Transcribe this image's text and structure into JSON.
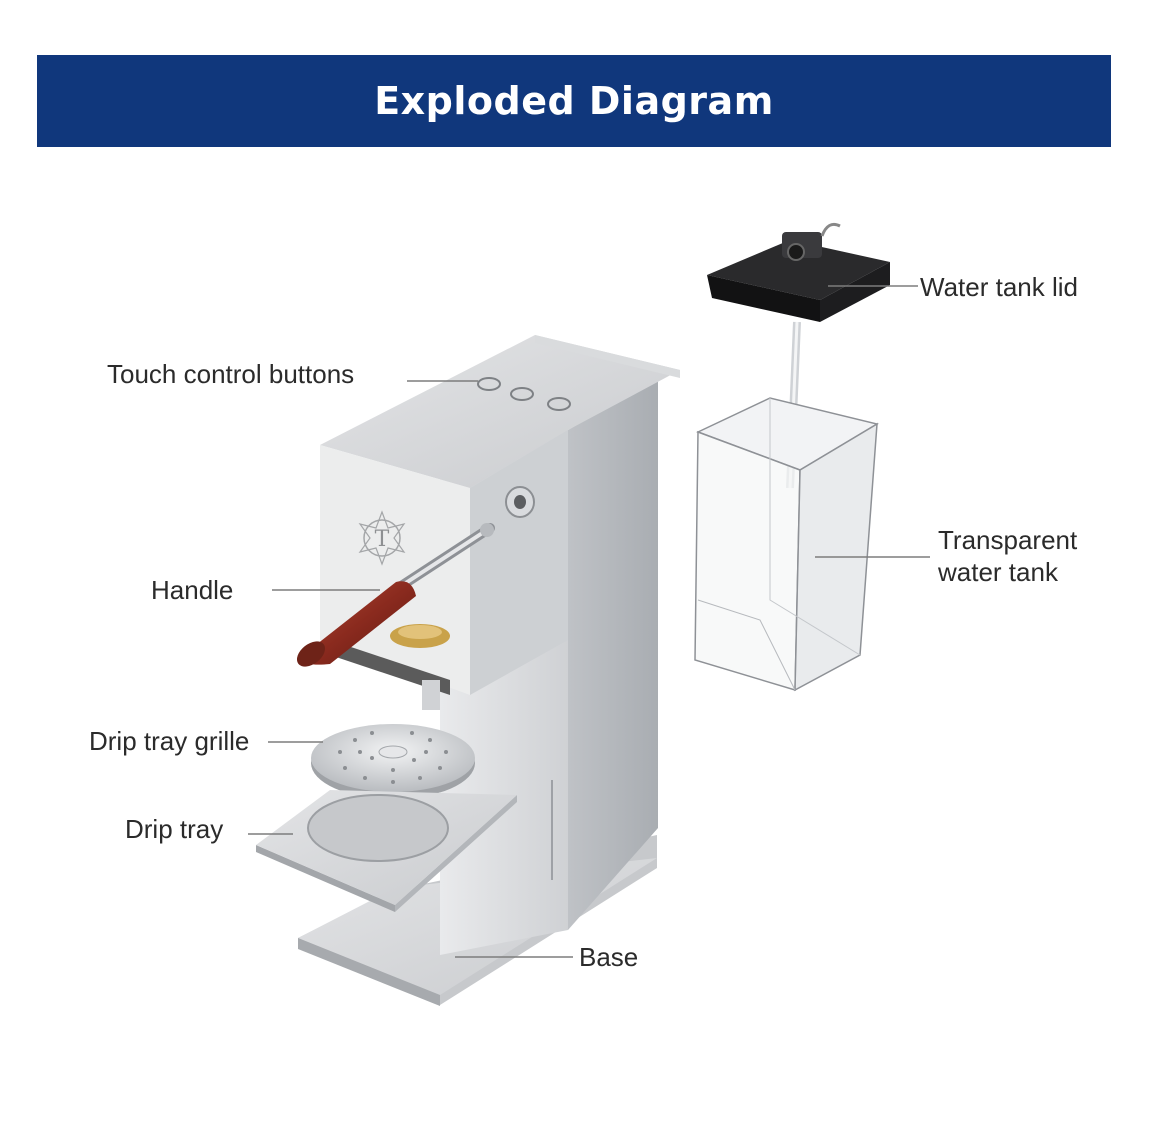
{
  "header": {
    "title": "Exploded Diagram"
  },
  "callouts": {
    "water_tank_lid": "Water tank lid",
    "touch_control_buttons": "Touch control buttons",
    "transparent_water_tank": "Transparent\nwater tank",
    "handle": "Handle",
    "drip_tray_grille": "Drip tray grille",
    "drip_tray": "Drip tray",
    "base": "Base"
  },
  "colors": {
    "banner": "#10377c",
    "steel": "#d4d6d9",
    "wood": "#8a2a1e",
    "leader": "#7d7d7d"
  }
}
